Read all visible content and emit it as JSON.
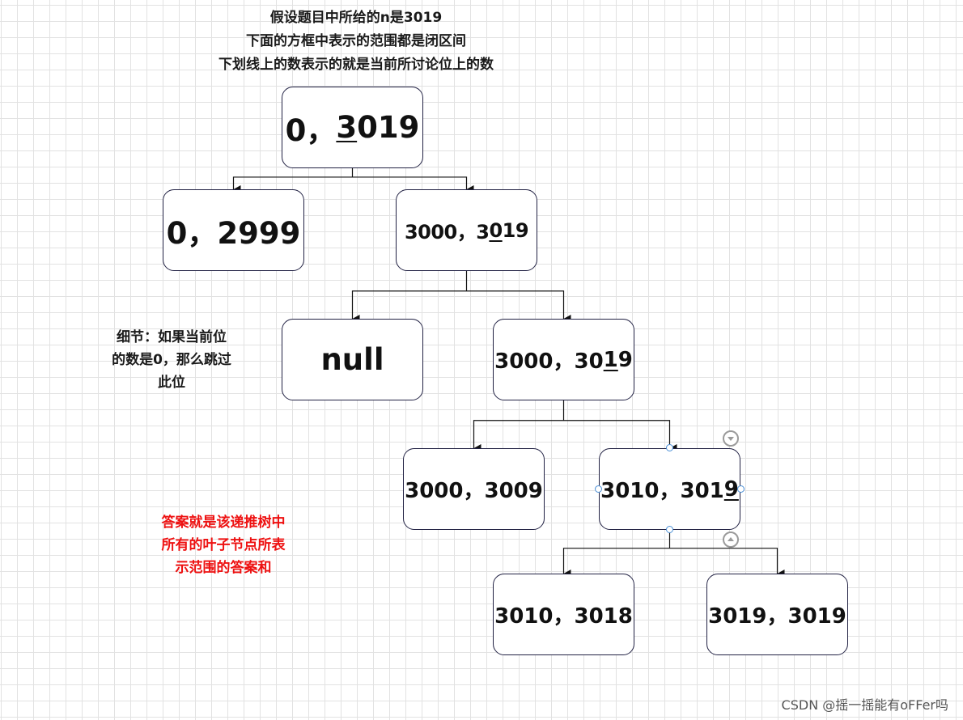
{
  "header_lines": [
    "假设题目中所给的n是3019",
    "下面的方框中表示的范围都是闭区间",
    "下划线上的数表示的就是当前所讨论位上的数"
  ],
  "detail_note_lines": [
    "细节：如果当前位",
    "的数是0，那么跳过",
    "此位"
  ],
  "answer_note_lines": [
    "答案就是该递推树中",
    "所有的叶子节点所表",
    "示范围的答案和"
  ],
  "nodes": [
    {
      "id": "root",
      "pre": "0，",
      "u": "3",
      "post": "019"
    },
    {
      "id": "n0_2999",
      "pre": "0，2999",
      "u": "",
      "post": ""
    },
    {
      "id": "n3000_3019_a",
      "pre": "3000，3",
      "u": "0",
      "post": "19"
    },
    {
      "id": "null",
      "pre": "null",
      "u": "",
      "post": ""
    },
    {
      "id": "n3000_3019_b",
      "pre": "3000，30",
      "u": "1",
      "post": "9"
    },
    {
      "id": "n3000_3009",
      "pre": "3000，3009",
      "u": "",
      "post": ""
    },
    {
      "id": "n3010_3019",
      "pre": "3010，301",
      "u": "9",
      "post": ""
    },
    {
      "id": "n3010_3018",
      "pre": "3010，3018",
      "u": "",
      "post": ""
    },
    {
      "id": "n3019_3019",
      "pre": "3019，3019",
      "u": "",
      "post": ""
    }
  ],
  "edges": [
    [
      "root",
      "n0_2999"
    ],
    [
      "root",
      "n3000_3019_a"
    ],
    [
      "n3000_3019_a",
      "null"
    ],
    [
      "n3000_3019_a",
      "n3000_3019_b"
    ],
    [
      "n3000_3019_b",
      "n3000_3009"
    ],
    [
      "n3000_3019_b",
      "n3010_3019"
    ],
    [
      "n3010_3019",
      "n3010_3018"
    ],
    [
      "n3010_3019",
      "n3019_3019"
    ]
  ],
  "watermark": "CSDN @摇一摇能有oFFer吗",
  "colors": {
    "grid": "#e2e2e2",
    "node_border": "#222244",
    "selection_handle": "#4a8fd6",
    "answer_text": "#ee1111"
  }
}
